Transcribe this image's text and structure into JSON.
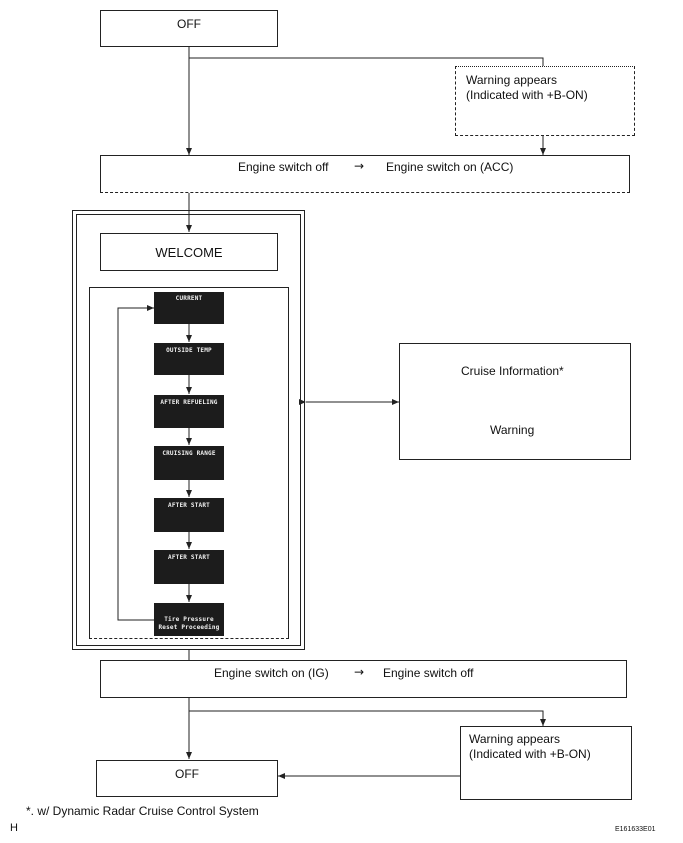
{
  "states": {
    "off_top": "OFF",
    "warning_top_line1": "Warning appears",
    "warning_top_line2": "(Indicated with +B-ON)",
    "engine_acc_left": "Engine switch off",
    "engine_acc_arrow": "→",
    "engine_acc_right": "Engine switch on (ACC)",
    "welcome": "WELCOME",
    "cruise_info": "Cruise Information*",
    "warning_side": "Warning",
    "engine_ig_left": "Engine switch on (IG)",
    "engine_ig_arrow": "→",
    "engine_ig_right": "Engine switch off",
    "warning_bottom_line1": "Warning appears",
    "warning_bottom_line2": "(Indicated with +B-ON)",
    "off_bottom": "OFF"
  },
  "screens": [
    "CURRENT",
    "OUTSIDE TEMP",
    "AFTER REFUELING",
    "CRUISING RANGE",
    "AFTER START",
    "AFTER START",
    "Tire Pressure\nReset Proceeding"
  ],
  "footnote": "*. w/ Dynamic Radar Cruise Control System",
  "corner_letter": "H",
  "figure_code": "E161633E01"
}
